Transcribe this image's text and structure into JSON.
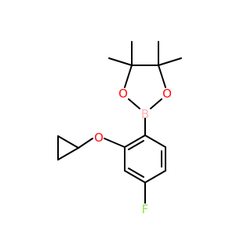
{
  "molecule": {
    "atoms": {
      "boron": "B",
      "oxygen_left": "O",
      "oxygen_right": "O",
      "oxygen_ether": "O",
      "fluorine": "F"
    },
    "colors": {
      "bond": "#000000",
      "oxygen": "#ff0d0d",
      "boron": "#ffb5b5",
      "fluorine": "#90e050"
    }
  }
}
